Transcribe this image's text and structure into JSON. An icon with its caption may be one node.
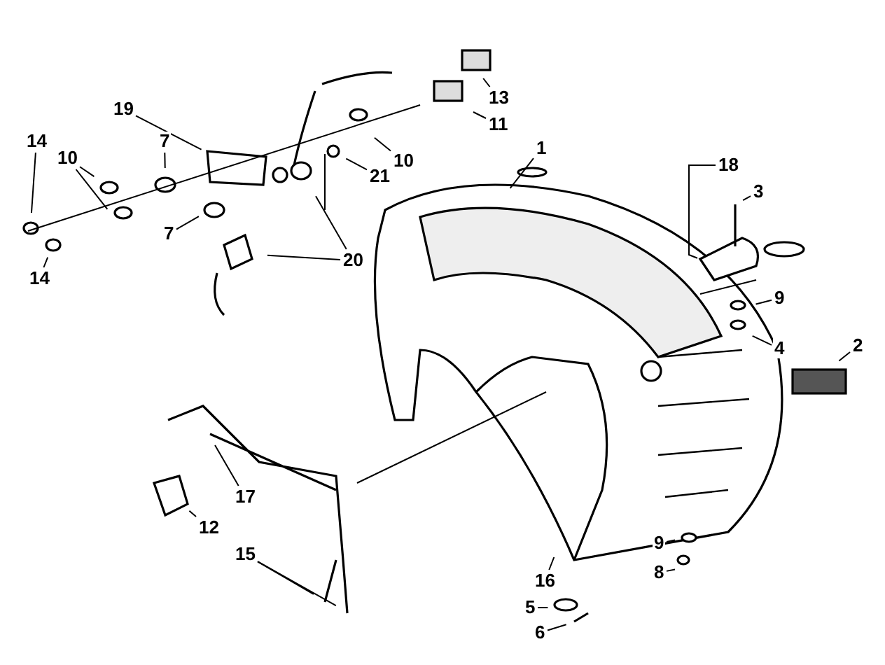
{
  "diagram": {
    "nodes": [
      {
        "text": [
          "13"
        ]
      },
      {
        "text": [
          "19"
        ]
      },
      {
        "text": [
          "11"
        ]
      },
      {
        "text": [
          "14"
        ]
      },
      {
        "text": [
          "7"
        ]
      },
      {
        "text": [
          "10"
        ]
      },
      {
        "text": [
          "1"
        ]
      },
      {
        "text": [
          "10"
        ]
      },
      {
        "text": [
          "18"
        ]
      },
      {
        "text": [
          "21"
        ]
      },
      {
        "text": [
          "3"
        ]
      },
      {
        "text": [
          "7"
        ]
      },
      {
        "text": [
          "20"
        ]
      },
      {
        "text": [
          "14"
        ]
      },
      {
        "text": [
          "9"
        ]
      },
      {
        "text": [
          "4"
        ]
      },
      {
        "text": [
          "2"
        ]
      },
      {
        "text": [
          "17"
        ]
      },
      {
        "text": [
          "12"
        ]
      },
      {
        "text": [
          "9"
        ]
      },
      {
        "text": [
          "15"
        ]
      },
      {
        "text": [
          "8"
        ]
      },
      {
        "text": [
          "16"
        ]
      },
      {
        "text": [
          "5"
        ]
      },
      {
        "text": [
          "6"
        ]
      }
    ],
    "edges": [
      {
        "from": 0,
        "to": null,
        "arrow": "none"
      },
      {
        "from": 1,
        "to": null,
        "arrow": "none"
      },
      {
        "from": 2,
        "to": null,
        "arrow": "none"
      },
      {
        "from": 3,
        "to": null,
        "arrow": "none"
      },
      {
        "from": 4,
        "to": null,
        "arrow": "none"
      },
      {
        "from": 5,
        "to": null,
        "arrow": "none"
      },
      {
        "from": 5,
        "to": null,
        "arrow": "none"
      },
      {
        "from": 6,
        "to": null,
        "arrow": "none"
      },
      {
        "from": 7,
        "to": null,
        "arrow": "none"
      },
      {
        "from": 8,
        "to": null,
        "arrow": "none"
      },
      {
        "from": 9,
        "to": null,
        "arrow": "none"
      },
      {
        "from": 10,
        "to": null,
        "arrow": "none"
      },
      {
        "from": 11,
        "to": null,
        "arrow": "none"
      },
      {
        "from": 12,
        "to": null,
        "arrow": "none"
      },
      {
        "from": 12,
        "to": null,
        "arrow": "none"
      },
      {
        "from": 13,
        "to": null,
        "arrow": "none"
      },
      {
        "from": 14,
        "to": null,
        "arrow": "none"
      },
      {
        "from": 15,
        "to": null,
        "arrow": "none"
      },
      {
        "from": 16,
        "to": null,
        "arrow": "none"
      },
      {
        "from": 17,
        "to": null,
        "arrow": "none"
      },
      {
        "from": 18,
        "to": null,
        "arrow": "none"
      },
      {
        "from": 19,
        "to": null,
        "arrow": "none"
      },
      {
        "from": 20,
        "to": null,
        "arrow": "none"
      },
      {
        "from": 20,
        "to": null,
        "arrow": "none"
      },
      {
        "from": 21,
        "to": null,
        "arrow": "none"
      },
      {
        "from": 22,
        "to": null,
        "arrow": "none"
      },
      {
        "from": 23,
        "to": null,
        "arrow": "none"
      },
      {
        "from": 24,
        "to": null,
        "arrow": "none"
      }
    ]
  }
}
